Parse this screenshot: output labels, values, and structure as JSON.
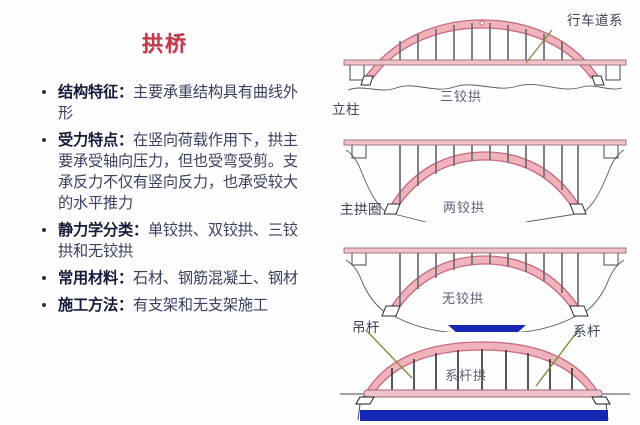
{
  "page": {
    "title": "拱桥",
    "title_color": "#c0394b",
    "background": "#fdfdfd",
    "text_color": "#2a3050"
  },
  "bullets": [
    {
      "head": "结构特征：",
      "body": "主要承重结构具有曲线外形"
    },
    {
      "head": "受力特点：",
      "body": "在竖向荷载作用下，拱主要承受轴向压力，但也受弯受剪。支承反力不仅有竖向反力，也承受较大的水平推力"
    },
    {
      "head": "静力学分类：",
      "body": "单铰拱、双铰拱、三铰拱和无铰拱"
    },
    {
      "head": "常用材料：",
      "body": "石材、钢筋混凝土、钢材"
    },
    {
      "head": "施工方法：",
      "body": "有支架和无支架施工"
    }
  ],
  "diagrams": [
    {
      "name": "three-hinged-arch",
      "caption": "三铰拱",
      "labels": [
        {
          "text": "行车道系",
          "name": "roadway-system-label"
        },
        {
          "text": "立柱",
          "name": "column-label"
        }
      ]
    },
    {
      "name": "two-hinged-arch",
      "caption": "两铰拱",
      "labels": [
        {
          "text": "主拱圈",
          "name": "main-arch-ring-label"
        }
      ]
    },
    {
      "name": "hingeless-arch",
      "caption": "无铰拱",
      "labels": []
    },
    {
      "name": "tied-arch",
      "caption": "系杆拱",
      "labels": [
        {
          "text": "吊杆",
          "name": "hanger-label"
        },
        {
          "text": "系杆",
          "name": "tie-rod-label"
        }
      ]
    }
  ],
  "colors": {
    "arch_fill": "#f0b2bb",
    "arch_stroke": "#c8697d",
    "deck_fill": "#efc3c8",
    "deck_stroke": "#9a6a70",
    "column": "#6c6c70",
    "ground": "#4a4a4a",
    "water": "#1528b4",
    "leader": "#8a8a3a"
  }
}
